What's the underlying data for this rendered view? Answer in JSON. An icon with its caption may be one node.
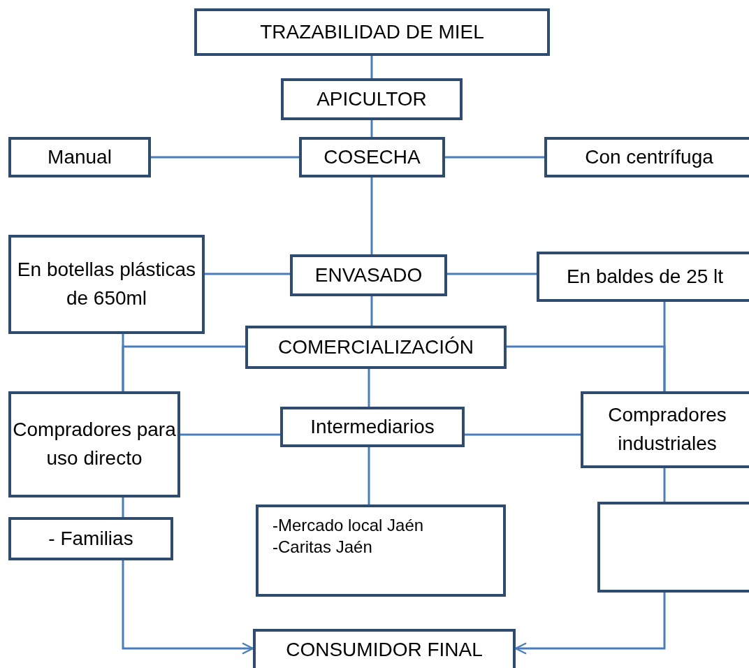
{
  "diagram": {
    "nodes": [
      {
        "text": [
          "TRAZABILIDAD DE MIEL"
        ]
      },
      {
        "text": [
          "APICULTOR"
        ]
      },
      {
        "text": [
          "Manual"
        ]
      },
      {
        "text": [
          "COSECHA"
        ]
      },
      {
        "text": [
          "Con centrífuga"
        ]
      },
      {
        "text": [
          "En botellas plásticas de 650ml"
        ]
      },
      {
        "text": [
          "ENVASADO"
        ]
      },
      {
        "text": [
          "En baldes de 25 lt"
        ]
      },
      {
        "text": [
          "COMERCIALIZACIÓN"
        ]
      },
      {
        "text": [
          "Compradores para uso directo"
        ]
      },
      {
        "text": [
          "Intermediarios"
        ]
      },
      {
        "text": [
          "Compradores industriales"
        ]
      },
      {
        "text": [
          "- Familias"
        ]
      },
      {
        "text": [
          "-Mercado local Jaén",
          "-Caritas Jaén"
        ]
      },
      {
        "text": [],
        "shape": "box"
      },
      {
        "text": [
          "CONSUMIDOR FINAL"
        ]
      }
    ],
    "edges": [
      {
        "from": 0,
        "to": 1,
        "arrow": "none"
      },
      {
        "from": 1,
        "to": 3,
        "arrow": "none"
      },
      {
        "from": 3,
        "to": 2,
        "arrow": "none"
      },
      {
        "from": 3,
        "to": 4,
        "arrow": "none"
      },
      {
        "from": 3,
        "to": 6,
        "arrow": "none"
      },
      {
        "from": 6,
        "to": 5,
        "arrow": "none"
      },
      {
        "from": 6,
        "to": 7,
        "arrow": "none"
      },
      {
        "from": 6,
        "to": 8,
        "arrow": "none"
      },
      {
        "from": 5,
        "to": 9,
        "arrow": "none"
      },
      {
        "from": 8,
        "to": 9,
        "arrow": "none"
      },
      {
        "from": 7,
        "to": 11,
        "arrow": "none"
      },
      {
        "from": 8,
        "to": 11,
        "arrow": "none"
      },
      {
        "from": 8,
        "to": 10,
        "arrow": "none"
      },
      {
        "from": 10,
        "to": 9,
        "arrow": "none"
      },
      {
        "from": 10,
        "to": 11,
        "arrow": "none"
      },
      {
        "from": 9,
        "to": 12,
        "arrow": "none"
      },
      {
        "from": 10,
        "to": 13,
        "arrow": "none"
      },
      {
        "from": 11,
        "to": 14,
        "arrow": "none"
      },
      {
        "from": 12,
        "to": 15,
        "arrow": "to"
      },
      {
        "from": 14,
        "to": 15,
        "arrow": "to"
      }
    ]
  }
}
